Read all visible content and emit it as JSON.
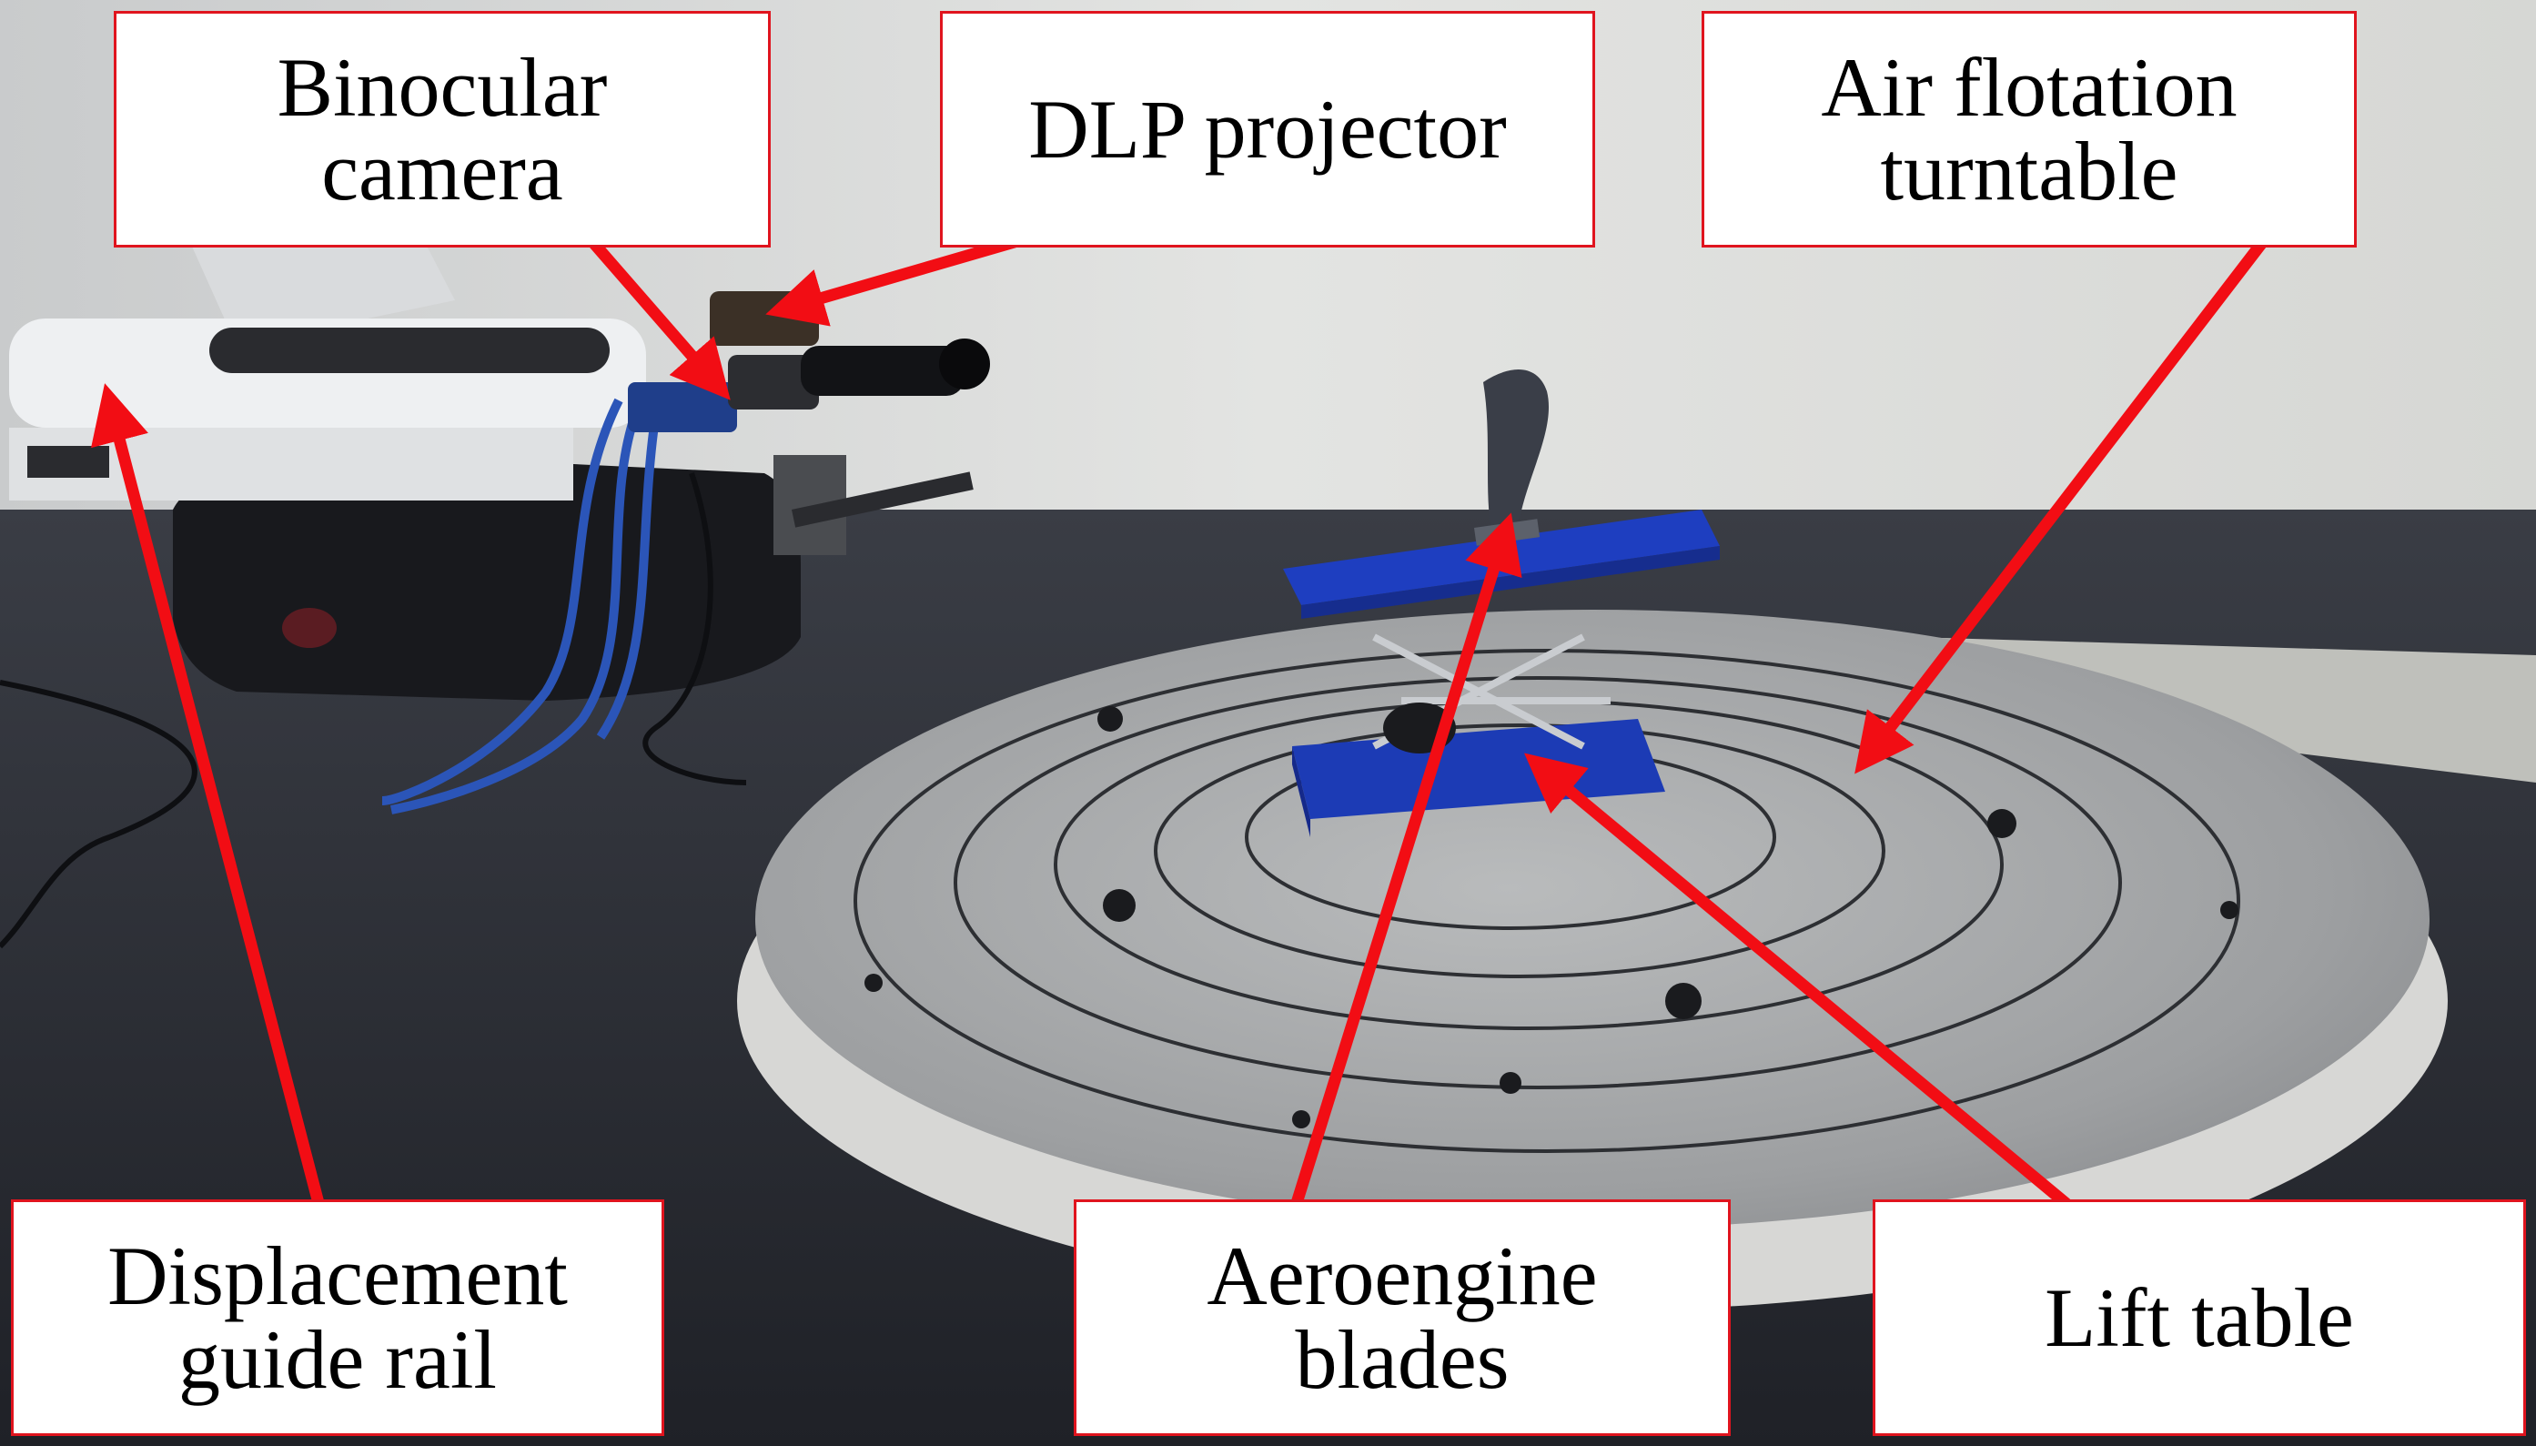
{
  "colors": {
    "arrow": "#f20d14",
    "label_border": "#e0141e",
    "wall": "#dcdcd8",
    "floor_mat": "#2a2c33",
    "turntable_top": "#a3a5a6",
    "turntable_edge": "#d7d7d5",
    "lift_table": "#1e3ec0",
    "blade": "#3a3e48",
    "guide_rail": "#e4e6e8",
    "cable": "#2b55b8"
  },
  "labels": {
    "binocular_camera": "Binocular\ncamera",
    "dlp_projector": "DLP projector",
    "air_flotation_turntable": "Air flotation\nturntable",
    "displacement_guide_rail": "Displacement\nguide rail",
    "aeroengine_blades": "Aeroengine\nblades",
    "lift_table": "Lift table"
  },
  "icons": {
    "arrow": "red-arrow-icon"
  }
}
